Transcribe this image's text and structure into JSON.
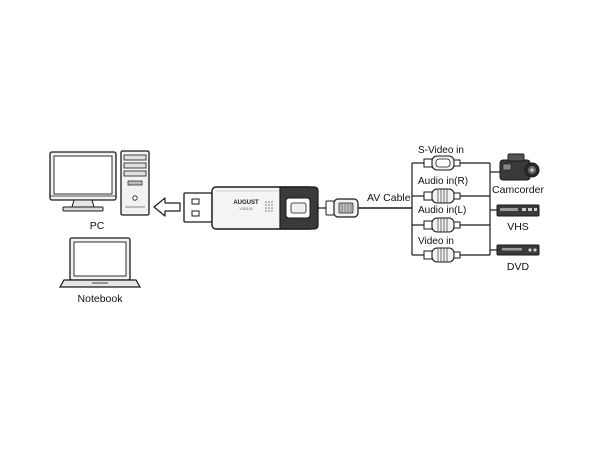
{
  "labels": {
    "pc": "PC",
    "notebook": "Notebook",
    "av_cable": "AV Cable",
    "svideo_in": "S-Video in",
    "audio_in_r": "Audio in(R)",
    "audio_in_l": "Audio in(L)",
    "video_in": "Video in",
    "camcorder": "Camcorder",
    "vhs": "VHS",
    "dvd": "DVD"
  },
  "device": {
    "brand": "AUGUST",
    "model": "VGB100"
  },
  "colors": {
    "line": "#1a1a1a",
    "fill_light": "#f2f2f2",
    "fill_mid": "#bdbdbd",
    "fill_dark": "#3a3a3a"
  },
  "icons": {
    "pc": "desktop-computer-icon",
    "notebook": "laptop-icon",
    "arrow": "arrow-left-icon",
    "camcorder": "camcorder-icon",
    "vhs": "vhs-player-icon",
    "dvd": "dvd-player-icon"
  }
}
